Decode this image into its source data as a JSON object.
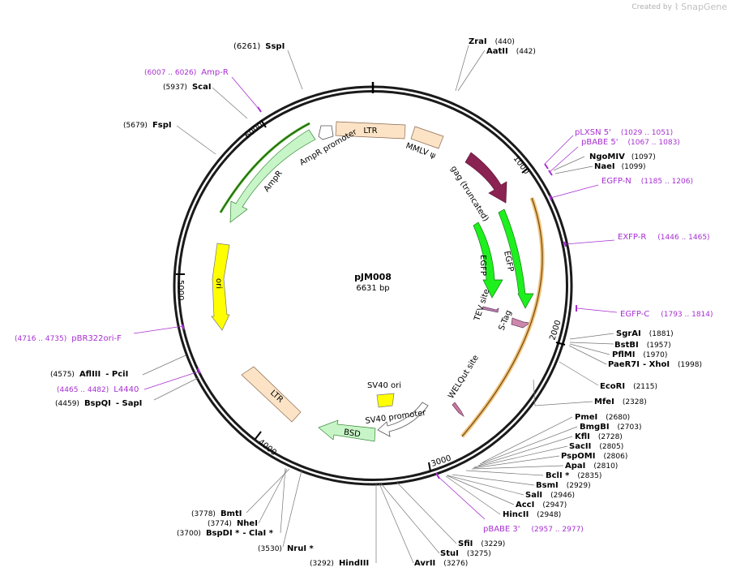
{
  "attribution": {
    "prefix": "Created by",
    "brand": "SnapGene"
  },
  "plasmid": {
    "name": "pJM008",
    "size": "6631 bp"
  },
  "ticks": [
    {
      "label": "1000"
    },
    {
      "label": "2000"
    },
    {
      "label": "3000"
    },
    {
      "label": "4000"
    },
    {
      "label": "5000"
    },
    {
      "label": "6000"
    }
  ],
  "features": [
    {
      "label": "LTR",
      "color": "#fce3c6"
    },
    {
      "label": "MMLV ψ",
      "color": "#fce3c6"
    },
    {
      "label": "gag (truncated)",
      "color": "#8a2252"
    },
    {
      "label": "EGFP",
      "color": "#1ef01e"
    },
    {
      "label": "EGFP",
      "color": "#1ef01e"
    },
    {
      "label": "TEV site",
      "color": "#b77fb0"
    },
    {
      "label": "S-Tag",
      "color": "#cc88aa"
    },
    {
      "label": "WELQut site",
      "color": "#c9789f"
    },
    {
      "label": "SV40 ori",
      "color": "#ffff00"
    },
    {
      "label": "SV40 promoter",
      "color": "#ffffff"
    },
    {
      "label": "BSD",
      "color": "#c8f5c8"
    },
    {
      "label": "LTR",
      "color": "#fce3c6"
    },
    {
      "label": "ori",
      "color": "#ffff00"
    },
    {
      "label": "AmpR",
      "color": "#c8f5c8"
    },
    {
      "label": "AmpR promoter",
      "color": "#ffffff"
    }
  ],
  "sites": [
    {
      "name": "SspI",
      "pos": "(6261)"
    },
    {
      "name": "ZraI",
      "pos": "(440)"
    },
    {
      "name": "AatII",
      "pos": "(442)"
    },
    {
      "name": "ScaI",
      "pos": "(5937)"
    },
    {
      "name": "FspI",
      "pos": "(5679)"
    },
    {
      "name": "NgoMIV",
      "pos": "(1097)"
    },
    {
      "name": "NaeI",
      "pos": "(1099)"
    },
    {
      "name": "SgrAI",
      "pos": "(1881)"
    },
    {
      "name": "BstBI",
      "pos": "(1957)"
    },
    {
      "name": "PflMI",
      "pos": "(1970)"
    },
    {
      "name": "PaeR7I",
      "name2": "- XhoI",
      "pos": "(1998)"
    },
    {
      "name": "EcoRI",
      "pos": "(2115)"
    },
    {
      "name": "MfeI",
      "pos": "(2328)"
    },
    {
      "name": "PmeI",
      "pos": "(2680)"
    },
    {
      "name": "BmgBI",
      "pos": "(2703)"
    },
    {
      "name": "KflI",
      "pos": "(2728)"
    },
    {
      "name": "SacII",
      "pos": "(2805)"
    },
    {
      "name": "PspOMI",
      "pos": "(2806)"
    },
    {
      "name": "ApaI",
      "pos": "(2810)"
    },
    {
      "name": "BclI *",
      "pos": "(2835)"
    },
    {
      "name": "BsmI",
      "pos": "(2929)"
    },
    {
      "name": "SalI",
      "pos": "(2946)"
    },
    {
      "name": "AccI",
      "pos": "(2947)"
    },
    {
      "name": "HincII",
      "pos": "(2948)"
    },
    {
      "name": "SfiI",
      "pos": "(3229)"
    },
    {
      "name": "StuI",
      "pos": "(3275)"
    },
    {
      "name": "AvrII",
      "pos": "(3276)"
    },
    {
      "name": "HindIII",
      "pos": "(3292)"
    },
    {
      "name": "NruI *",
      "pos": "(3530)"
    },
    {
      "name": "BmtI",
      "pos": "(3778)"
    },
    {
      "name": "NheI",
      "pos": "(3774)"
    },
    {
      "name": "BspDI *",
      "name2": "- ClaI *",
      "pos": "(3700)"
    },
    {
      "name": "BspQI",
      "name2": "- SapI",
      "pos": "(4459)"
    },
    {
      "name": "AflIII",
      "name2": "- PciI",
      "pos": "(4575)"
    }
  ],
  "primers": [
    {
      "name": "Amp-R",
      "range": "(6007 .. 6026)"
    },
    {
      "name": "pLXSN 5'",
      "range": "(1029 .. 1051)"
    },
    {
      "name": "pBABE 5'",
      "range": "(1067 .. 1083)"
    },
    {
      "name": "EGFP-N",
      "range": "(1185 .. 1206)"
    },
    {
      "name": "EXFP-R",
      "range": "(1446 .. 1465)"
    },
    {
      "name": "EGFP-C",
      "range": "(1793 .. 1814)"
    },
    {
      "name": "pBABE 3'",
      "range": "(2957 .. 2977)"
    },
    {
      "name": "L4440",
      "range": "(4465 .. 4482)"
    },
    {
      "name": "pBR322ori-F",
      "range": "(4716 .. 4735)"
    }
  ],
  "colors": {
    "primer": "#a72fd1",
    "site_text": "#000000",
    "backbone": "#1a1a1a"
  }
}
